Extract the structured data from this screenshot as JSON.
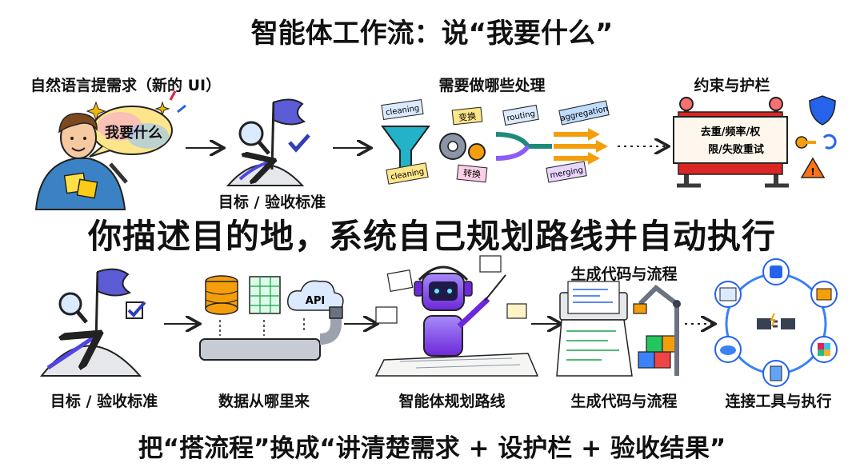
{
  "title": "智能体工作流：说“我要什么”",
  "top_row": {
    "user_label": "自然语言提需求（新的 UI）",
    "speech_bubble": "我要什么",
    "goal_label": "目标 / 验收标准",
    "processing_label": "需要做哪些处理",
    "processing_tags": [
      "cleaning",
      "变换",
      "routing",
      "aggregation",
      "cleaning",
      "转换",
      "merging"
    ],
    "guardrails_label": "约束与护栏",
    "guardrail_sign_line1": "去重/频率/权",
    "guardrail_sign_line2": "限/失败重试"
  },
  "middle_headline": "你描述目的地，系统自己规划路线并自动执行",
  "bottom_row": {
    "api_label": "API",
    "codegen_top_label": "生成代码与流程",
    "captions": [
      "目标 / 验收标准",
      "数据从哪里来",
      "智能体规划路线",
      "生成代码与流程",
      "连接工具与执行"
    ]
  },
  "bottom_slogan": "把“搭流程”换成“讲清楚需求 + 设护栏 + 验收结果”"
}
